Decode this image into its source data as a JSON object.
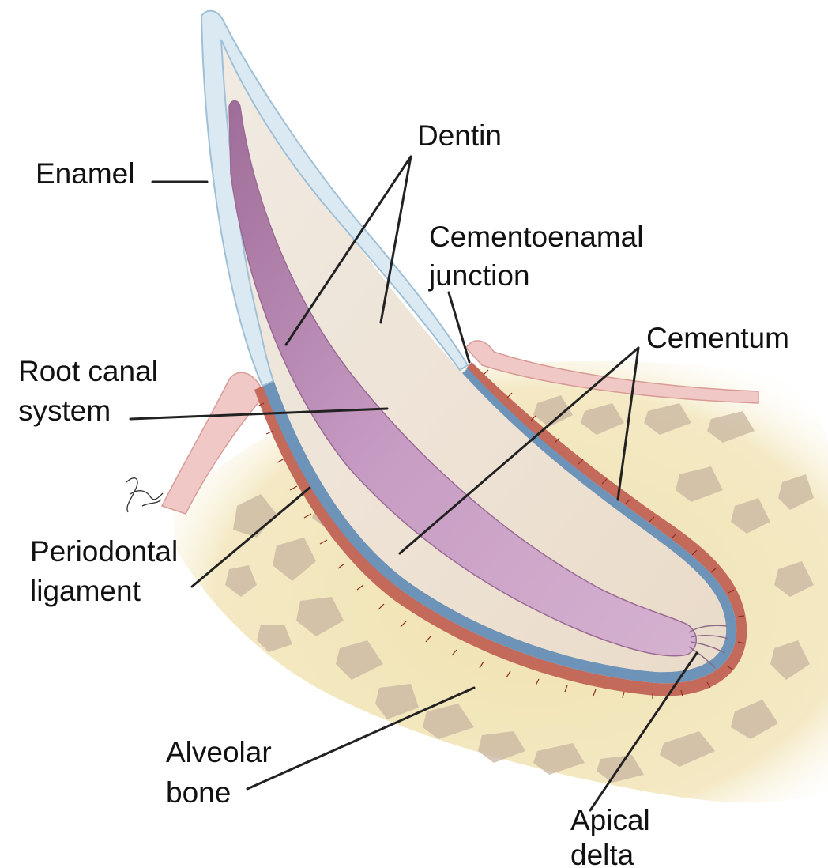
{
  "labels": {
    "enamel": "Enamel",
    "dentin": "Dentin",
    "cementoenamal_line1": "Cementoenamal",
    "cementoenamal_line2": "junction",
    "cementum": "Cementum",
    "root_canal_line1": "Root canal",
    "root_canal_line2": "system",
    "periodontal_line1": "Periodontal",
    "periodontal_line2": "ligament",
    "alveolar_line1": "Alveolar",
    "alveolar_line2": "bone",
    "apical_line1": "Apical",
    "apical_line2": "delta"
  },
  "colors": {
    "enamel": "#dbe9f3",
    "enamel_edge": "#9fc0d6",
    "dentin": "#efe3d6",
    "pulp": "#c79ac4",
    "pulp_dark": "#a4729e",
    "cementum": "#6e93b8",
    "periodontal_ligament": "#c46a5a",
    "gingiva": "#f0c9c6",
    "alveolar_bone": "#f1e4b6",
    "bone_marrow": "#c8b6a0",
    "leader_line": "#222222"
  }
}
